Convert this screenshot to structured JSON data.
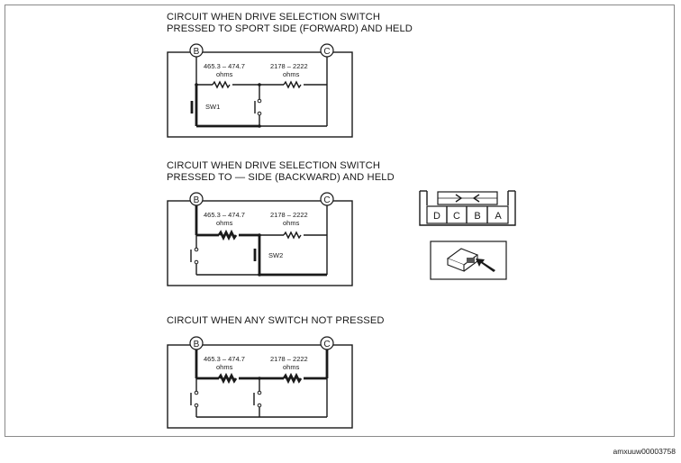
{
  "circuits": [
    {
      "title_line1": "CIRCUIT WHEN DRIVE SELECTION SWITCH",
      "title_line2": "PRESSED TO SPORT SIDE (FORWARD) AND HELD",
      "node_left": "B",
      "node_right": "C",
      "r1_value": "465.3 – 474.7",
      "r1_unit": "ohms",
      "r2_value": "2178 – 2222",
      "r2_unit": "ohms",
      "switch_label": "SW1"
    },
    {
      "title_line1": "CIRCUIT WHEN DRIVE SELECTION SWITCH",
      "title_line2": "PRESSED TO — SIDE (BACKWARD) AND HELD",
      "node_left": "B",
      "node_right": "C",
      "r1_value": "465.3 – 474.7",
      "r1_unit": "ohms",
      "r2_value": "2178 – 2222",
      "r2_unit": "ohms",
      "switch_label": "SW2"
    },
    {
      "title_line1": "CIRCUIT WHEN ANY SWITCH NOT PRESSED",
      "title_line2": "",
      "node_left": "B",
      "node_right": "C",
      "r1_value": "465.3 – 474.7",
      "r1_unit": "ohms",
      "r2_value": "2178 – 2222",
      "r2_unit": "ohms",
      "switch_label": ""
    }
  ],
  "connector": {
    "pins": [
      "D",
      "C",
      "B",
      "A"
    ]
  },
  "footer_id": "amxuuw00003758",
  "icons": [
    "resistor-icon",
    "switch-icon",
    "connector-face-icon",
    "connector-plug-icon",
    "arrow-icon"
  ]
}
